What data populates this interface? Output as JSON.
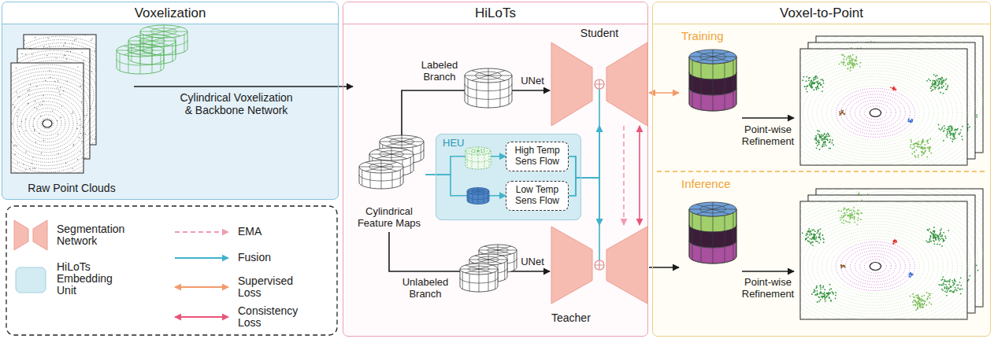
{
  "diagram": {
    "nodes": [
      {
        "text": [
          "Voxelization"
        ]
      },
      {
        "text": [
          "Raw Point Clouds"
        ],
        "in": 0
      },
      {
        "text": [
          "HiLoTs"
        ]
      },
      {
        "text": [
          "Student"
        ],
        "in": 2
      },
      {
        "text": [
          "Cylindrical Feature Maps"
        ],
        "in": 2
      },
      {
        "text": [
          "HEU"
        ],
        "in": 2
      },
      {
        "text": [
          "High Temp Sens Flow"
        ],
        "in": 5
      },
      {
        "text": [
          "Low Temp Sens Flow"
        ],
        "in": 5
      },
      {
        "text": [
          "Teacher"
        ],
        "in": 2
      },
      {
        "text": [
          "Voxel-to-Point"
        ]
      },
      {
        "text": [
          "Training"
        ],
        "in": 9
      },
      {
        "text": [
          "Inference"
        ],
        "in": 9
      }
    ],
    "edges": [
      {
        "from": 1,
        "to": 4,
        "arrow": "to",
        "label": "Cylindrical Voxelization & Backbone Network"
      },
      {
        "from": 4,
        "to": 3,
        "arrow": "to",
        "label": "Labeled Branch"
      },
      {
        "from": 4,
        "to": 8,
        "arrow": "to",
        "label": "Unlabeled Branch"
      },
      {
        "from": 4,
        "to": 6,
        "arrow": "to"
      },
      {
        "from": 4,
        "to": 7,
        "arrow": "to"
      },
      {
        "from": 6,
        "to": 3,
        "arrow": "to"
      },
      {
        "from": 6,
        "to": 8,
        "arrow": "to"
      },
      {
        "from": 7,
        "to": 3,
        "arrow": "to"
      },
      {
        "from": 7,
        "to": 8,
        "arrow": "to"
      },
      {
        "from": 3,
        "to": 8,
        "arrow": "to"
      },
      {
        "from": 3,
        "to": 8,
        "arrow": "both"
      },
      {
        "from": 3,
        "to": 10,
        "arrow": "both"
      },
      {
        "from": 8,
        "to": 11,
        "arrow": "to"
      }
    ],
    "labels": [
      "UNet",
      "UNet",
      "Point-wise Refinement",
      "Point-wise Refinement"
    ],
    "legend": [
      {
        "text": "Segmentation Network"
      },
      {
        "text": "EMA"
      },
      {
        "text": "HiLoTs Embedding Unit",
        "color": "#d3ebf2"
      },
      {
        "text": "Fusion"
      },
      {
        "text": "Supervised Loss"
      },
      {
        "text": "Consistency Loss"
      }
    ]
  }
}
